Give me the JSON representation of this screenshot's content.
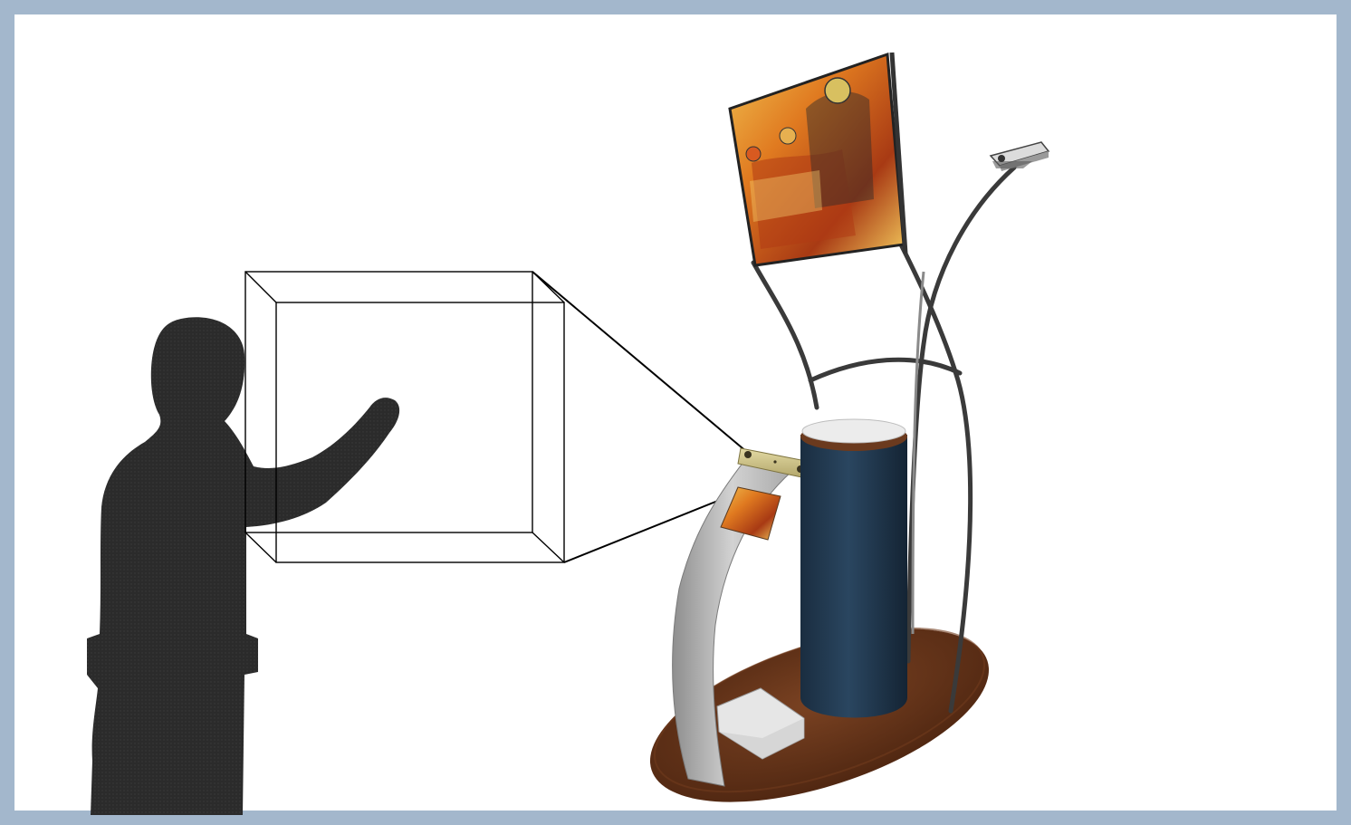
{
  "figure": {
    "description_free": true,
    "colors": {
      "frame": "#a3b7cc",
      "background": "#ffffff",
      "silhouette": "#2a2a2a",
      "wireframe": "#000000",
      "base_wood": "#5a2e16",
      "column_blue": "#1f3449",
      "column_top": "#e8e8e8",
      "column_rim": "#6b3a1e",
      "arch_grey": "#bdbdbd",
      "rod_dark": "#3a3a3a",
      "sensor_brass": "#cfc48a",
      "projector": "#cfcfcf",
      "screen_warm": "#e0a040"
    },
    "elements": {
      "person": "person-silhouette",
      "interaction_volume": "interaction-volume-box",
      "sensor": "depth-sensor",
      "kiosk": "kiosk-stand",
      "screen": "display-screen",
      "projector": "projector-icon"
    }
  }
}
